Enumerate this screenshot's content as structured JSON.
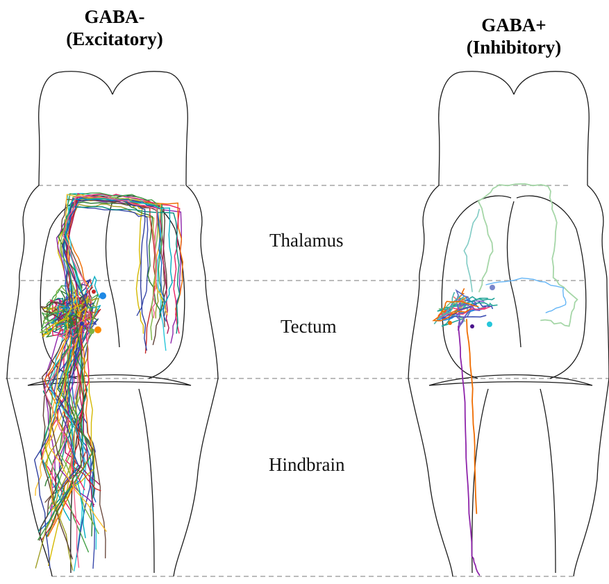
{
  "panels": {
    "left": {
      "title_line1": "GABA-",
      "title_line2": "(Excitatory)"
    },
    "right": {
      "title_line1": "GABA+",
      "title_line2": "(Inhibitory)"
    }
  },
  "regions": {
    "thalamus": "Thalamus",
    "tectum": "Tectum",
    "hindbrain": "Hindbrain"
  },
  "colors": {
    "outline": "#1a1a1a",
    "divider": "#bbbbbb",
    "excitatory_palette": [
      "#d4b800",
      "#2e7d32",
      "#1565c0",
      "#8e24aa",
      "#e91e63",
      "#00897b",
      "#ef6c00",
      "#6d4c41",
      "#7cb342",
      "#26c6da",
      "#c62828",
      "#303f9f",
      "#9e9d24",
      "#ad1457",
      "#00acc1",
      "#5d4037",
      "#43a047",
      "#f06292",
      "#3949ab",
      "#fbc02d"
    ],
    "inhibitory_palette": [
      "#26a69a",
      "#4db6ac",
      "#7e57c2",
      "#ef6c00",
      "#e57373",
      "#5c6bc0",
      "#1e88e5",
      "#81c784",
      "#ec407a",
      "#3f51b5"
    ]
  }
}
